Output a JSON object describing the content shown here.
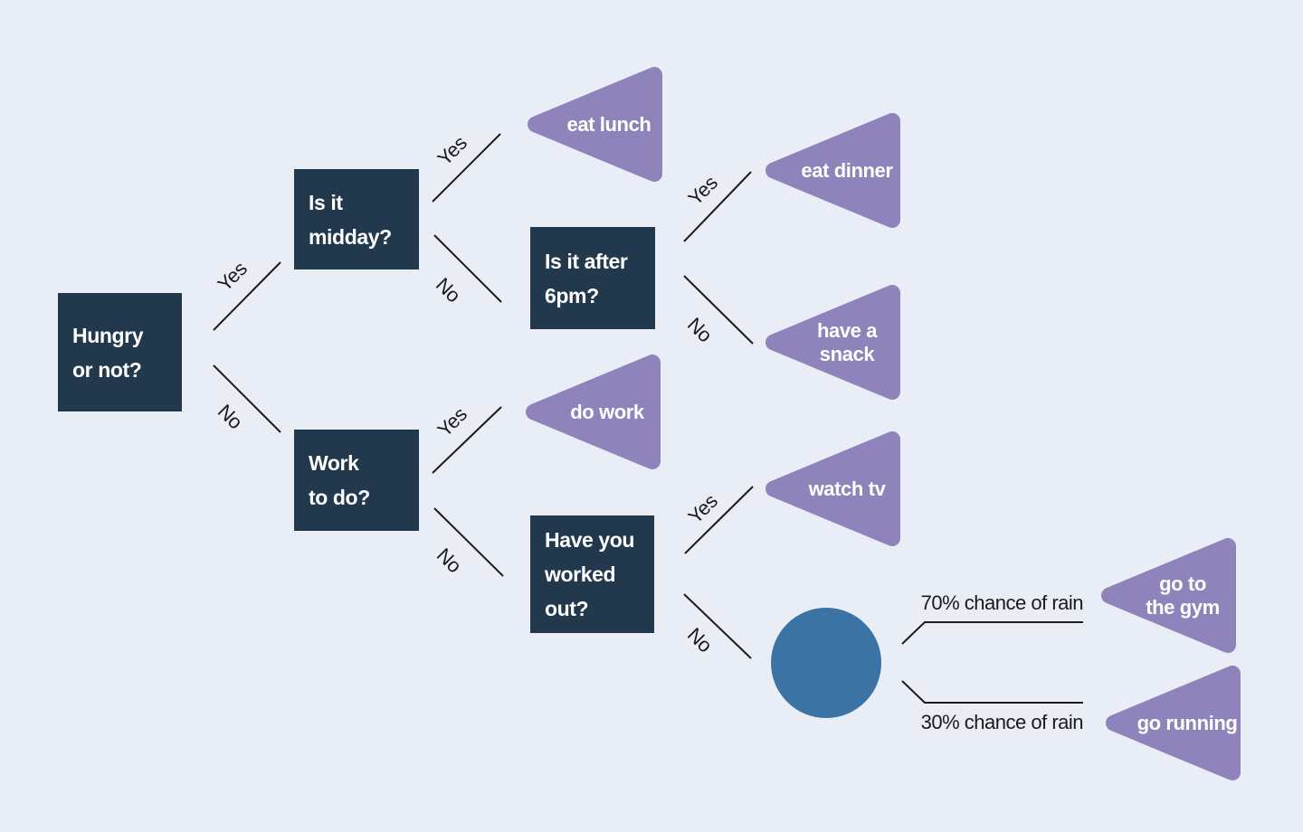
{
  "colors": {
    "background": "#e9edf5",
    "decision_node": "#22394d",
    "outcome_node": "#8f83bb",
    "chance_node": "#3b74a4",
    "connector": "#1a1a1a",
    "node_text": "#ffffff",
    "label_text": "#1a1a1a"
  },
  "nodes": {
    "root": {
      "type": "decision",
      "label": "Hungry\nor not?"
    },
    "midday": {
      "type": "decision",
      "label": "Is it\nmidday?"
    },
    "after_6pm": {
      "type": "decision",
      "label": "Is it after\n6pm?"
    },
    "work_to_do": {
      "type": "decision",
      "label": "Work\nto do?"
    },
    "worked_out": {
      "type": "decision",
      "label": "Have you\nworked\nout?"
    },
    "eat_lunch": {
      "type": "outcome",
      "label": "eat lunch"
    },
    "eat_dinner": {
      "type": "outcome",
      "label": "eat dinner"
    },
    "have_a_snack": {
      "type": "outcome",
      "label": "have a\nsnack"
    },
    "do_work": {
      "type": "outcome",
      "label": "do work"
    },
    "watch_tv": {
      "type": "outcome",
      "label": "watch tv"
    },
    "go_to_the_gym": {
      "type": "outcome",
      "label": "go to\nthe gym"
    },
    "go_running": {
      "type": "outcome",
      "label": "go running"
    },
    "rain_chance": {
      "type": "chance",
      "label": ""
    }
  },
  "edges": {
    "root_yes": "Yes",
    "root_no": "No",
    "midday_yes": "Yes",
    "midday_no": "No",
    "after_6pm_yes": "Yes",
    "after_6pm_no": "No",
    "work_yes": "Yes",
    "work_no": "No",
    "worked_out_yes": "Yes",
    "worked_out_no": "No",
    "chance_high": "70% chance of rain",
    "chance_low": "30% chance of rain"
  }
}
